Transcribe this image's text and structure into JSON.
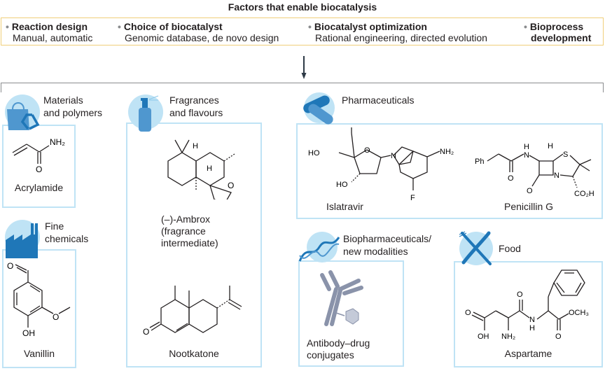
{
  "title": "Factors that enable biocatalysis",
  "factors": [
    {
      "heading": "Reaction design",
      "detail": "Manual, automatic"
    },
    {
      "heading": "Choice of biocatalyst",
      "detail": "Genomic database, de novo design"
    },
    {
      "heading": "Biocatalyst optimization",
      "detail": "Rational engineering, directed evolution"
    },
    {
      "heading_line1": "Bioprocess",
      "heading_line2": "development"
    }
  ],
  "categories": {
    "materials": {
      "label_line1": "Materials",
      "label_line2": "and polymers",
      "icon": "shopping-bag-recycle-icon",
      "compounds": [
        "Acrylamide"
      ]
    },
    "fine_chemicals": {
      "label_line1": "Fine",
      "label_line2": "chemicals",
      "icon": "factory-icon",
      "compounds": [
        "Vanillin"
      ]
    },
    "fragrances": {
      "label_line1": "Fragrances",
      "label_line2": "and flavours",
      "icon": "spray-bottle-icon",
      "compounds": [
        "(–)-Ambrox",
        "(fragrance",
        "intermediate)",
        "Nootkatone"
      ]
    },
    "pharmaceuticals": {
      "label": "Pharmaceuticals",
      "icon": "pills-icon",
      "compounds": [
        "Islatravir",
        "Penicillin G"
      ]
    },
    "biopharmaceuticals": {
      "label_line1": "Biopharmaceuticals/",
      "label_line2": "new modalities",
      "icon": "dna-helix-icon",
      "compounds": [
        "Antibody–drug",
        "conjugates"
      ]
    },
    "food": {
      "label": "Food",
      "icon": "fork-knife-icon",
      "compounds": [
        "Aspartame"
      ]
    }
  },
  "atom_labels": {
    "nh2": "NH₂",
    "o": "O",
    "oh": "OH",
    "ho": "HO",
    "h": "H",
    "n": "N",
    "f": "F",
    "s": "S",
    "ph": "Ph",
    "co2h": "CO₂H",
    "och3": "OCH₃"
  },
  "colors": {
    "box_border": "#bfe3f5",
    "factor_border": "#f0cf7a",
    "icon_circle": "#bfe3f5",
    "icon_blue": "#1f77b8",
    "icon_mid": "#4f97cf",
    "antibody": "#8a93aa"
  }
}
